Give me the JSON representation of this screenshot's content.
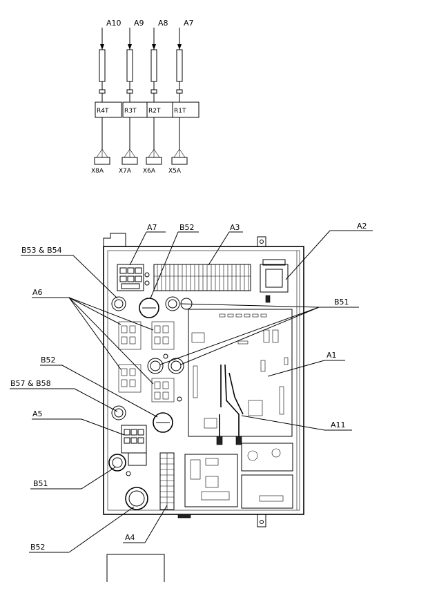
{
  "sensors": [
    {
      "wire": "A10",
      "sensor": "R4T",
      "connector": "X8A"
    },
    {
      "wire": "A9",
      "sensor": "R3T",
      "connector": "X7A"
    },
    {
      "wire": "A8",
      "sensor": "R2T",
      "connector": "X6A"
    },
    {
      "wire": "A7",
      "sensor": "R1T",
      "connector": "X5A"
    }
  ],
  "callouts": {
    "a7": "A7",
    "b52_top": "B52",
    "a3": "A3",
    "a2": "A2",
    "b53_b54": "B53 & B54",
    "a6": "A6",
    "b51_right": "B51",
    "a1": "A1",
    "b52_mid": "B52",
    "b57_b58": "B57 & B58",
    "a5": "A5",
    "a11": "A11",
    "b51_left": "B51",
    "a4": "A4",
    "b52_bottom": "B52"
  }
}
